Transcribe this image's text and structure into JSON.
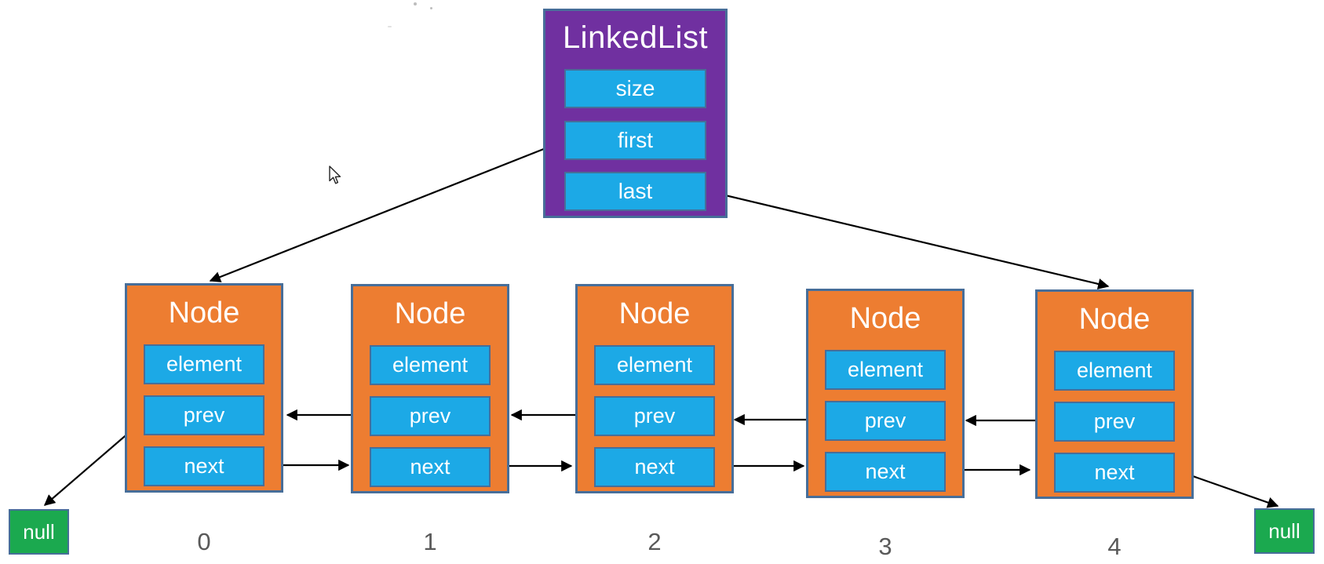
{
  "diagram_title": "LinkedList",
  "linkedlist": {
    "title": "LinkedList",
    "fields": [
      "size",
      "first",
      "last"
    ]
  },
  "nodes": [
    {
      "title": "Node",
      "fields": [
        "element",
        "prev",
        "next"
      ],
      "index": "0"
    },
    {
      "title": "Node",
      "fields": [
        "element",
        "prev",
        "next"
      ],
      "index": "1"
    },
    {
      "title": "Node",
      "fields": [
        "element",
        "prev",
        "next"
      ],
      "index": "2"
    },
    {
      "title": "Node",
      "fields": [
        "element",
        "prev",
        "next"
      ],
      "index": "3"
    },
    {
      "title": "Node",
      "fields": [
        "element",
        "prev",
        "next"
      ],
      "index": "4"
    }
  ],
  "null_left": "null",
  "null_right": "null",
  "colors": {
    "purple": "#7030A0",
    "blue": "#1CA9E6",
    "orange": "#ED7D31",
    "green": "#1BA94F",
    "border": "#476E99",
    "index_text": "#595959",
    "arrow": "#000000"
  }
}
